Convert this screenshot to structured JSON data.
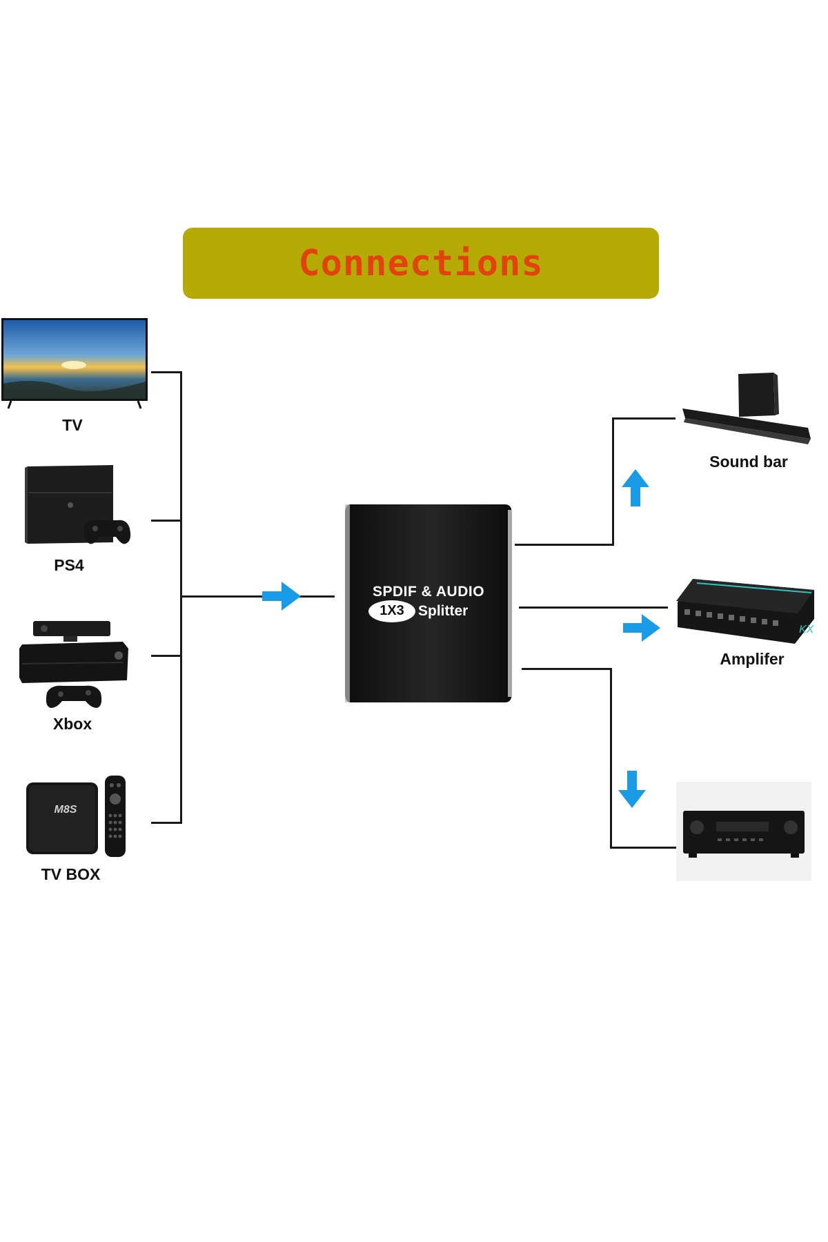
{
  "title": "Connections",
  "splitter": {
    "line1": "SPDIF & AUDIO",
    "badge": "1X3",
    "line2": "Splitter"
  },
  "inputs": [
    {
      "label": "TV",
      "icon": "tv-icon"
    },
    {
      "label": "PS4",
      "icon": "ps4-console-icon"
    },
    {
      "label": "Xbox",
      "icon": "xbox-console-icon"
    },
    {
      "label": "TV BOX",
      "icon": "tv-box-icon"
    }
  ],
  "tv_box_logo": "M8S",
  "outputs": [
    {
      "label": "Sound bar",
      "icon": "soundbar-icon"
    },
    {
      "label": "Amplifer",
      "icon": "amplifier-icon"
    },
    {
      "label": "",
      "icon": "av-receiver-icon"
    }
  ],
  "colors": {
    "banner": "#b5aa06",
    "title": "#e2420c",
    "arrow": "#1a9be8",
    "device": "#1b1b1b",
    "wire": "#1a1a1a"
  }
}
